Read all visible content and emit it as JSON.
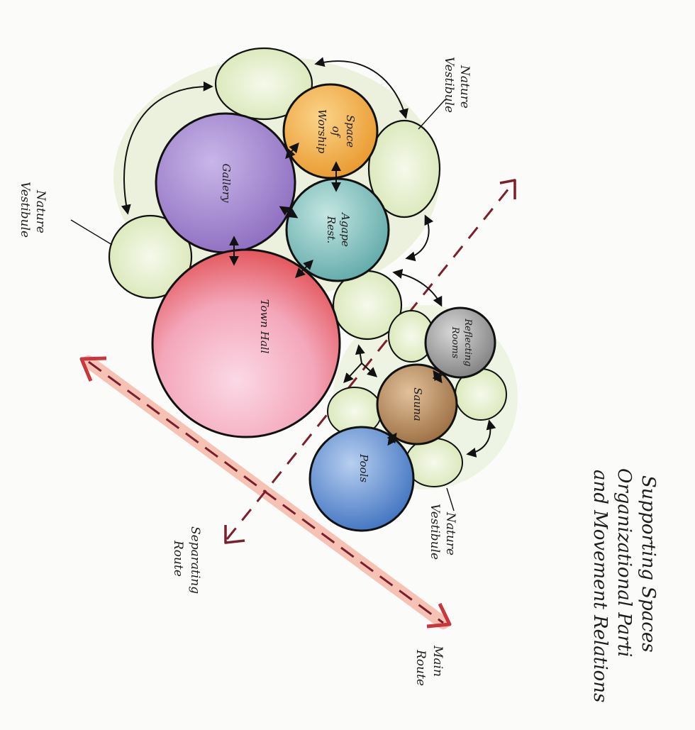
{
  "diagram": {
    "title": {
      "line1": "Supporting Spaces",
      "line2": "Organizational Parti",
      "line3": "and Movement Relations"
    },
    "spaces": {
      "gallery": {
        "name": "Gallery",
        "color": "#a98fd0"
      },
      "worship": {
        "line1": "Space",
        "line2": "of",
        "line3": "Worship",
        "color": "#f2b24c"
      },
      "agape": {
        "line1": "Agape",
        "line2": "Rest.",
        "color": "#8cc8c3"
      },
      "town_hall": {
        "name": "Town Hall",
        "color": "#ef8a9a"
      },
      "reflecting": {
        "line1": "Reflecting",
        "line2": "Rooms",
        "color": "#a3a3a3"
      },
      "sauna": {
        "name": "Sauna",
        "color": "#b98a5a"
      },
      "pools": {
        "name": "Pools",
        "color": "#6f98d2"
      }
    },
    "vestibules": {
      "top": {
        "line1": "Nature",
        "line2": "Vestibule"
      },
      "left": {
        "line1": "Nature",
        "line2": "Vestibule"
      },
      "bottom": {
        "line1": "Nature",
        "line2": "Vestibule"
      },
      "fill_color": "#e9f1d5"
    },
    "routes": {
      "separating": {
        "line1": "Separating",
        "line2": "Route",
        "color": "#7a1f2b"
      },
      "main": {
        "line1": "Main",
        "line2": "Route",
        "color": "#c9363e"
      }
    }
  }
}
